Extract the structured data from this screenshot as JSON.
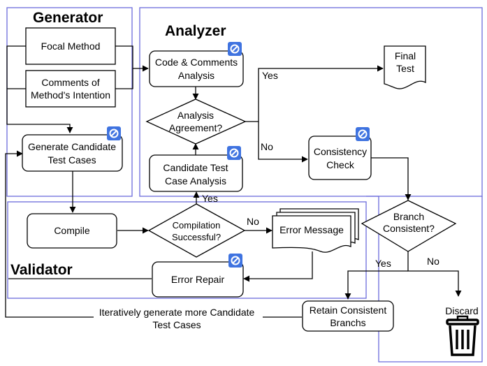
{
  "sections": {
    "generator": "Generator",
    "analyzer": "Analyzer",
    "validator": "Validator"
  },
  "nodes": {
    "focal_method": "Focal Method",
    "comments": [
      "Comments of",
      "Method's Intention"
    ],
    "generate": [
      "Generate Candidate",
      "Test Cases"
    ],
    "code_comments": [
      "Code & Comments",
      "Analysis"
    ],
    "analysis_agreement": [
      "Analysis",
      "Agreement?"
    ],
    "candidate_analysis": [
      "Candidate Test",
      "Case Analysis"
    ],
    "final_test": [
      "Final",
      "Test"
    ],
    "consistency_check": [
      "Consistency",
      "Check"
    ],
    "branch_consistent": [
      "Branch",
      "Consistent?"
    ],
    "compile": "Compile",
    "compilation": [
      "Compilation",
      "Successful?"
    ],
    "error_message": "Error Message",
    "error_repair": "Error Repair",
    "retain": [
      "Retain Consistent",
      "Branchs"
    ],
    "discard": "Discard"
  },
  "edge_labels": {
    "yes_final": "Yes",
    "no_consistency": "No",
    "yes_compile": "Yes",
    "no_compile": "No",
    "yes_branch": "Yes",
    "no_branch": "No",
    "iterate": [
      "Iteratively generate more Candidate",
      "Test Cases"
    ]
  },
  "colors": {
    "frame": "#6b6bdc",
    "badge": "#3f73e0"
  },
  "icons": {
    "llm_badge": "openai-logo-icon",
    "discard": "trash-can-icon"
  }
}
